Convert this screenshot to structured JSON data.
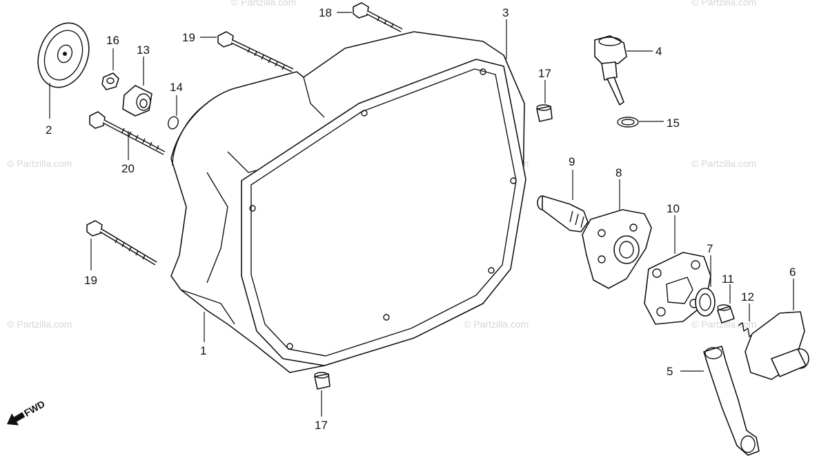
{
  "watermark": "© Partzilla.com",
  "direction_label": "FWD",
  "callouts": {
    "c1": "1",
    "c2": "2",
    "c3": "3",
    "c4": "4",
    "c5": "5",
    "c6": "6",
    "c7": "7",
    "c8": "8",
    "c9": "9",
    "c10": "10",
    "c11": "11",
    "c12": "12",
    "c13": "13",
    "c14": "14",
    "c15": "15",
    "c16": "16",
    "c17a": "17",
    "c17b": "17",
    "c18": "18",
    "c19a": "19",
    "c19b": "19",
    "c20": "20"
  }
}
